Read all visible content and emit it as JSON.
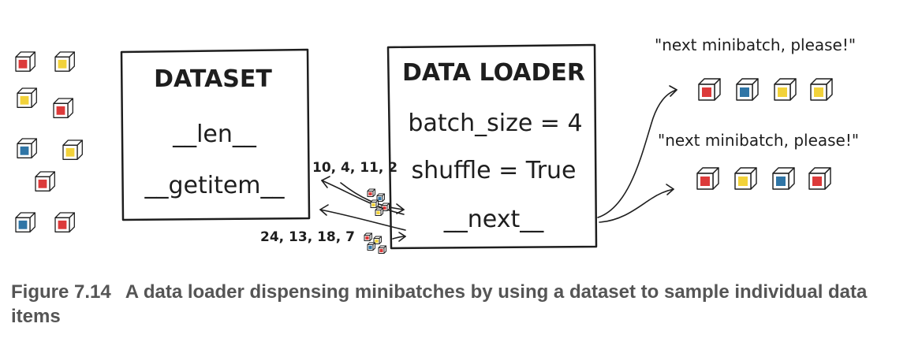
{
  "colors": {
    "red": "#dc3a3a",
    "blue": "#2f75a6",
    "yellow": "#f2d23a",
    "ink": "#1e1e1e",
    "caption": "#555555"
  },
  "dataset": {
    "title": "DATASET",
    "methods": [
      "__len__",
      "__getitem__"
    ]
  },
  "loader": {
    "title": "DATA LOADER",
    "attributes": [
      "batch_size = 4",
      "shuffle = True"
    ],
    "method": "__next__"
  },
  "indices": [
    "10, 4, 11, 2",
    "24, 13, 18, 7"
  ],
  "requests": [
    {
      "text": "\"next minibatch, please!\"",
      "cubes": [
        "red",
        "blue",
        "yellow",
        "yellow"
      ]
    },
    {
      "text": "\"next minibatch, please!\"",
      "cubes": [
        "red",
        "yellow",
        "blue",
        "red"
      ]
    }
  ],
  "pool_cubes": [
    "red",
    "yellow",
    "yellow",
    "red",
    "blue",
    "yellow",
    "red",
    "blue",
    "red"
  ],
  "caption": {
    "number": "Figure 7.14",
    "text": "A data loader dispensing minibatches by using a dataset to sample individual data items"
  }
}
